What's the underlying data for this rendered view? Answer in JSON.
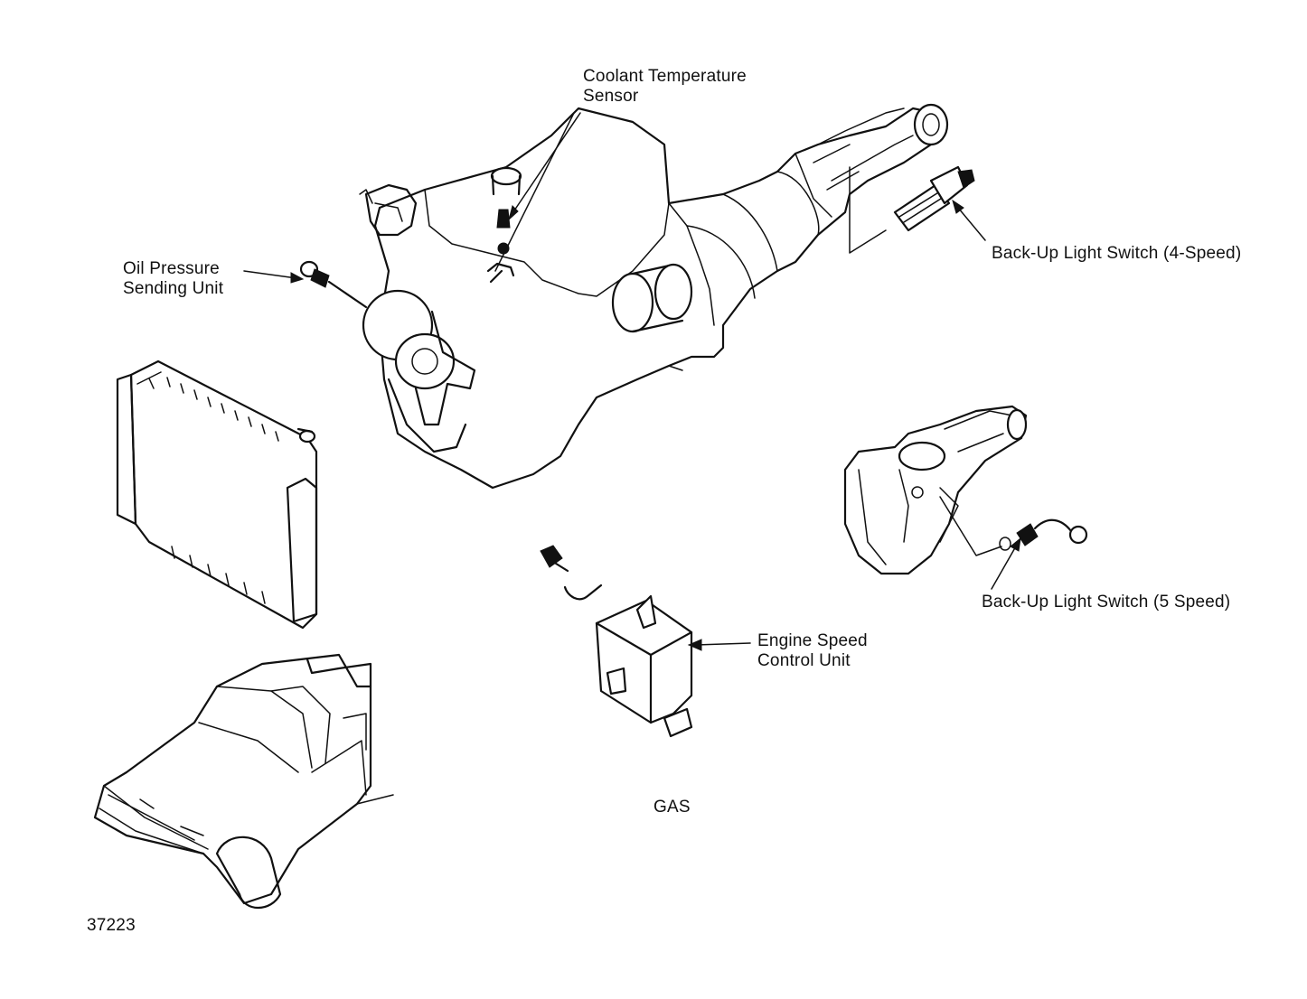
{
  "labels": {
    "coolant_line1": "Coolant Temperature",
    "coolant_line2": "Sensor",
    "oil_line1": "Oil Pressure",
    "oil_line2": "Sending Unit",
    "backup4": "Back-Up Light Switch (4-Speed)",
    "backup5": "Back-Up Light Switch (5 Speed)",
    "esc_line1": "Engine Speed",
    "esc_line2": "Control Unit",
    "gas": "GAS",
    "figure_number": "37223"
  },
  "colors": {
    "ink": "#111111",
    "paper": "#ffffff"
  }
}
